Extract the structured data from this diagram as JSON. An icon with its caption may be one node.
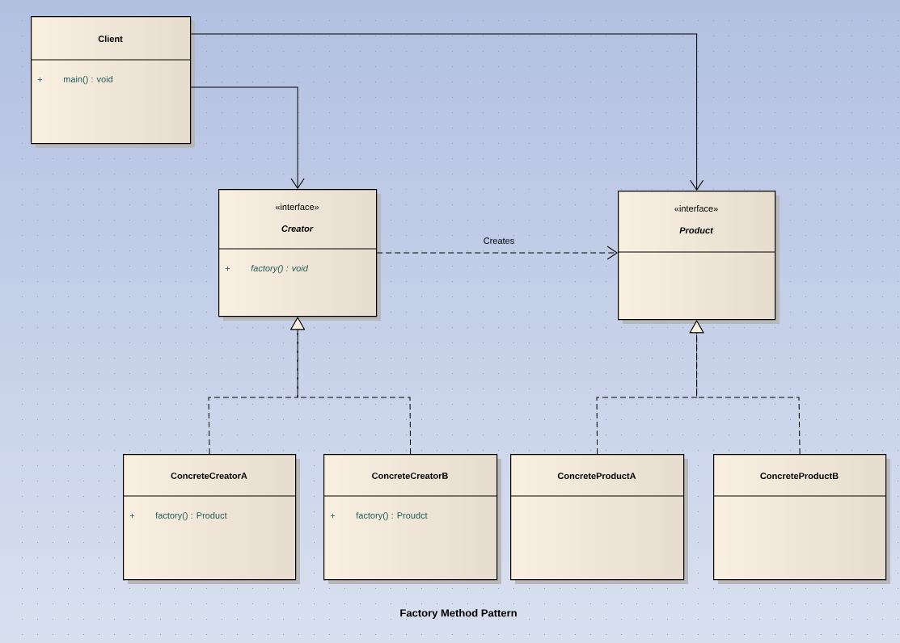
{
  "diagram": {
    "caption": "Factory Method Pattern",
    "nodes": [
      {
        "text": [
          "Client",
          "+",
          "main() : void"
        ]
      },
      {
        "text": [
          "«interface»",
          "Creator",
          "+",
          "factory() : void"
        ]
      },
      {
        "text": [
          "«interface»",
          "Product"
        ]
      },
      {
        "text": [
          "ConcreteCreatorA",
          "+",
          "factory() : Product"
        ]
      },
      {
        "text": [
          "ConcreteCreatorB",
          "+",
          "factory() : Proudct"
        ]
      },
      {
        "text": [
          "ConcreteProductA"
        ]
      },
      {
        "text": [
          "ConcreteProductB"
        ]
      }
    ],
    "edges": [
      {
        "from": 0,
        "to": 1,
        "arrow": "to"
      },
      {
        "from": 0,
        "to": 2,
        "arrow": "to"
      },
      {
        "from": 1,
        "to": 2,
        "arrow": "to",
        "label": "Creates",
        "style": "dashed"
      },
      {
        "from": 3,
        "to": 1,
        "arrow": "to",
        "style": "dashed"
      },
      {
        "from": 4,
        "to": 1,
        "arrow": "to",
        "style": "dashed"
      },
      {
        "from": 5,
        "to": 2,
        "arrow": "to",
        "style": "dashed"
      },
      {
        "from": 6,
        "to": 2,
        "arrow": "to",
        "style": "dashed"
      }
    ]
  }
}
